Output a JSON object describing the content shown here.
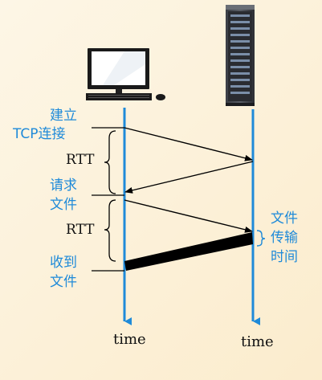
{
  "labels": {
    "establish_line1": "建立",
    "establish_line2": "TCP连接",
    "request_line1": "请求",
    "request_line2": "文件",
    "receive_line1": "收到",
    "receive_line2": "文件",
    "rtt_first": "RTT",
    "rtt_second": "RTT",
    "transfer_line1": "文件",
    "transfer_line2": "传输",
    "transfer_line3": "时间",
    "time_client": "time",
    "time_server": "time"
  },
  "icons": {
    "client": "desktop-computer-icon",
    "server": "server-rack-icon"
  },
  "colors": {
    "timeline": "#1e8ad9",
    "label_blue": "#1e8ad9",
    "arrow": "#000000",
    "background": "#fcf0d9"
  }
}
